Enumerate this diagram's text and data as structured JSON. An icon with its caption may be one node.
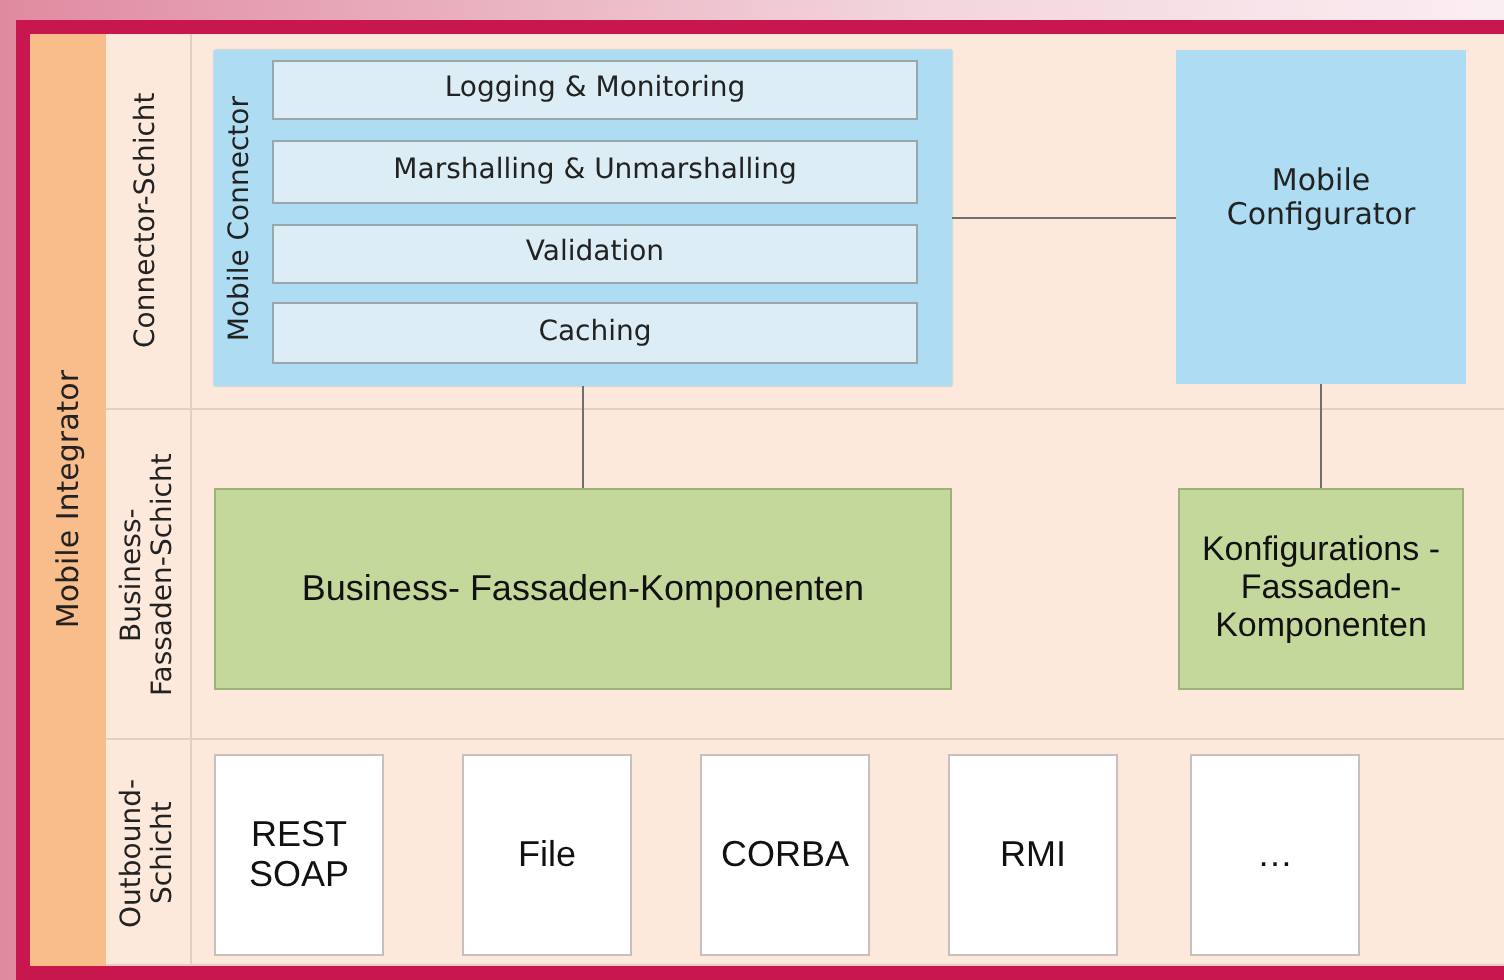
{
  "diagram": {
    "nodes": [
      {
        "text": [
          "Mobile Integrator"
        ]
      },
      {
        "text": [
          "Connector-Schicht"
        ],
        "in": 0
      },
      {
        "text": [
          "Mobile Connector"
        ],
        "in": 1
      },
      {
        "text": [
          "Logging & Monitoring"
        ],
        "in": 2
      },
      {
        "text": [
          "Marshalling & Unmarshalling"
        ],
        "in": 2
      },
      {
        "text": [
          "Validation"
        ],
        "in": 2
      },
      {
        "text": [
          "Caching"
        ],
        "in": 2
      },
      {
        "text": [
          "Mobile Configurator"
        ],
        "in": 1
      },
      {
        "text": [
          "Business- Fassaden-Schicht"
        ],
        "in": 0
      },
      {
        "text": [
          "Business- Fassaden-Komponenten"
        ],
        "in": 8
      },
      {
        "text": [
          "Konfigurations -Fassaden- Komponenten"
        ],
        "in": 8
      },
      {
        "text": [
          "Outbound- Schicht"
        ],
        "in": 0
      },
      {
        "text": [
          "REST SOAP"
        ],
        "in": 11
      },
      {
        "text": [
          "File"
        ],
        "in": 11
      },
      {
        "text": [
          "CORBA"
        ],
        "in": 11
      },
      {
        "text": [
          "RMI"
        ],
        "in": 11
      },
      {
        "text": [
          "…"
        ],
        "in": 11
      }
    ],
    "edges": [
      {
        "from": 2,
        "to": 7,
        "arrow": "none"
      },
      {
        "from": 2,
        "to": 9,
        "arrow": "none"
      },
      {
        "from": 7,
        "to": 10,
        "arrow": "none"
      }
    ]
  }
}
